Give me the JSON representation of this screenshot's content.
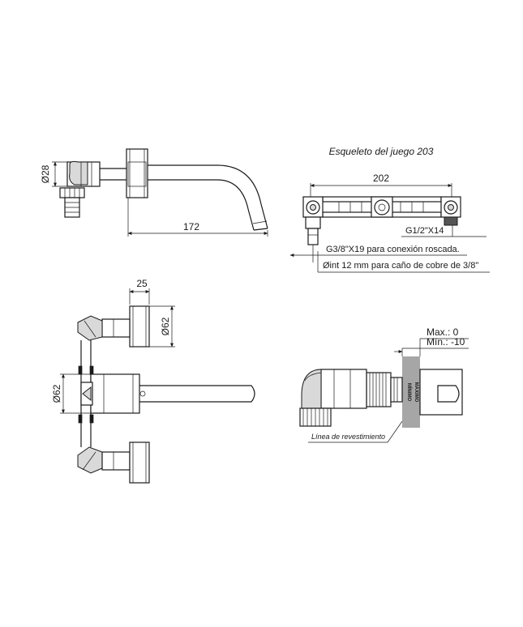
{
  "title": "Esqueleto del juego 203",
  "dims": {
    "side_diameter": "Ø28",
    "side_length": "172",
    "skeleton_width": "202",
    "thread_g12": "G1/2\"X14",
    "note_thread": "G3/8\"X19 para conexión roscada.",
    "note_copper": "Øint 12 mm para caño de cobre de 3/8\"",
    "top_25": "25",
    "handle_d62": "Ø62",
    "spout_d62": "Ø62",
    "max_label": "Max.: 0",
    "min_label": "Mín.: -10",
    "wall_min": "MÍNIMO",
    "wall_max": "MÁXIMO",
    "cladding_label": "Línea de revestimiento"
  }
}
